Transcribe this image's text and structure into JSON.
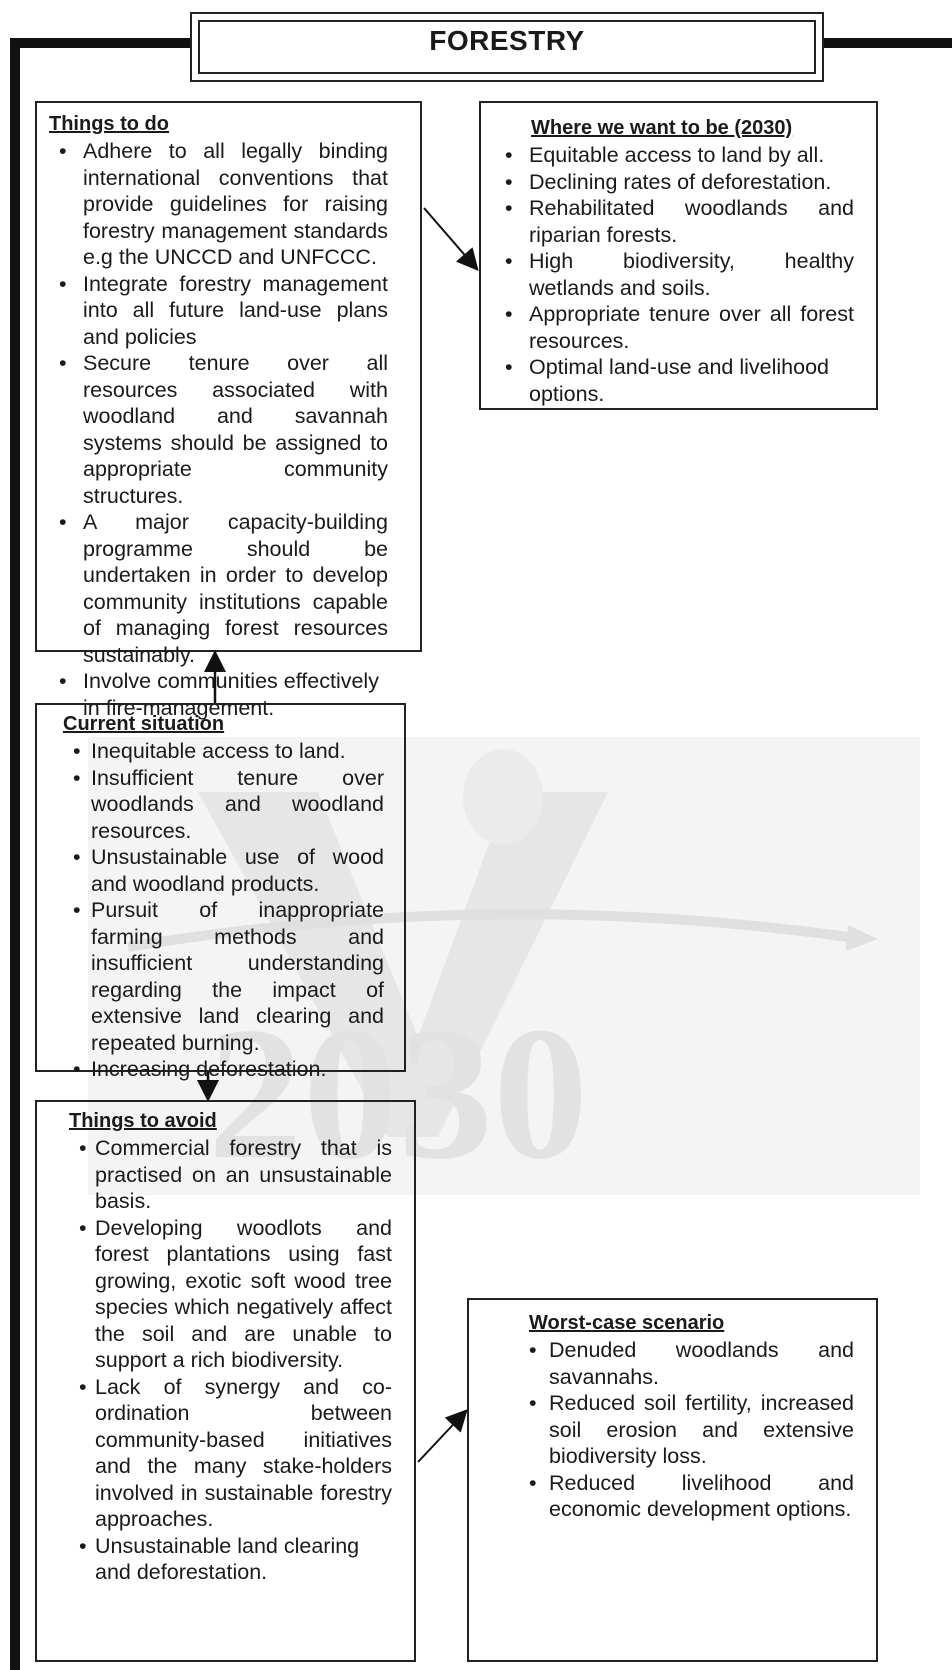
{
  "title": "FORESTRY",
  "things_to_do": {
    "heading": "Things to do",
    "items": [
      "Adhere to all legally binding international conventions that provide guidelines for raising forestry management standards e.g the UNCCD and  UNFCCC.",
      "Integrate forestry management into all future land-use plans and policies",
      "Secure tenure over all resources associated with woodland and savannah systems should be assigned to appropriate community structures.",
      "A major capacity-building programme should be undertaken in order to develop community institutions capable of managing forest resources sustainably.",
      "Involve communities effectively in fire-management."
    ]
  },
  "where_we_want_to_be": {
    "heading": "Where we want to be (2030)",
    "items": [
      "Equitable access to land by all.",
      "Declining rates of deforestation.",
      "Rehabilitated woodlands and riparian forests.",
      "High biodiversity, healthy wetlands and soils.",
      "Appropriate tenure over all forest resources.",
      "Optimal land-use and livelihood options."
    ]
  },
  "current_situation": {
    "heading": "Current situation",
    "items": [
      "Inequitable access to land.",
      "Insufficient tenure over woodlands and woodland resources.",
      "Unsustainable use of wood and woodland products.",
      "Pursuit of inappropriate farming methods and insufficient understanding regarding the impact of extensive land clearing and repeated burning.",
      "Increasing deforestation."
    ]
  },
  "things_to_avoid": {
    "heading": "Things to avoid",
    "items": [
      "Commercial forestry that is practised on an unsustainable basis.",
      "Developing woodlots and forest plantations using fast growing, exotic soft wood tree species which  negatively affect the soil and  are unable to support a rich biodiversity.",
      "Lack of synergy and co-ordination between community-based initiatives and the many stake-holders involved in sustainable forestry approaches.",
      "Unsustainable land clearing and deforestation."
    ]
  },
  "worst_case": {
    "heading": "Worst-case scenario",
    "items": [
      "Denuded woodlands and savannahs.",
      "Reduced soil fertility, increased soil erosion and extensive biodiversity loss.",
      "Reduced livelihood and economic development options."
    ]
  },
  "watermark_text": "2030",
  "colors": {
    "line": "#111111",
    "watermark": "#e2e2e2"
  }
}
